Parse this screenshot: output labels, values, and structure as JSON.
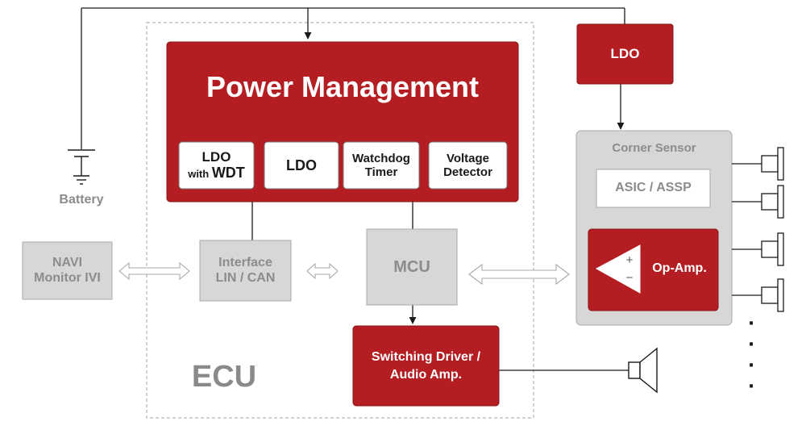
{
  "colors": {
    "red": "#b41e22",
    "red_border": "#8a1417",
    "grey_fill": "#d7d7d7",
    "grey_border": "#a8a8a8",
    "grey_text": "#8c8c8c",
    "line": "#1a1a1a"
  },
  "power_management": {
    "title": "Power Management",
    "blocks": {
      "ldo_wdt_line1": "LDO",
      "ldo_wdt_with": "with ",
      "ldo_wdt_wdt": "WDT",
      "ldo": "LDO",
      "watchdog_line1": "Watchdog",
      "watchdog_line2": "Timer",
      "voltage_line1": "Voltage",
      "voltage_line2": "Detector"
    }
  },
  "external_ldo": "LDO",
  "battery": "Battery",
  "navi": {
    "line1": "NAVI",
    "line2": "Monitor IVI"
  },
  "interface": {
    "line1": "Interface",
    "line2": "LIN / CAN"
  },
  "mcu": "MCU",
  "switching_driver": {
    "line1": "Switching Driver /",
    "line2": "Audio Amp."
  },
  "ecu": "ECU",
  "corner_sensor": {
    "title": "Corner Sensor",
    "asic": "ASIC / ASSP",
    "opamp": "Op-Amp.",
    "plus": "+",
    "minus": "−"
  },
  "ellipsis": "·"
}
